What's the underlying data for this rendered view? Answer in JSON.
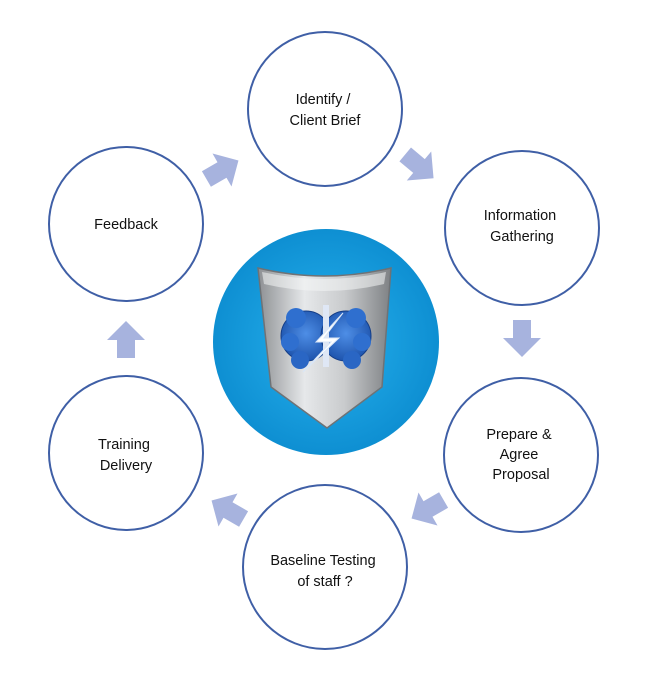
{
  "colors": {
    "circle_stroke": "#3f5fa6",
    "circle_fill": "#ffffff",
    "arrow": "#a7b3de",
    "center_bg": "#1e9fdc",
    "shield": "#b9bcbf",
    "brain": "#1f5fbf"
  },
  "center": {
    "icon": "shield-brain-icon"
  },
  "steps": [
    {
      "lines": [
        "Identify /",
        "Client Brief"
      ]
    },
    {
      "lines": [
        "Information",
        "Gathering"
      ]
    },
    {
      "lines": [
        "Prepare &",
        "Agree",
        "Proposal"
      ]
    },
    {
      "lines": [
        "Baseline Testing",
        "of staff ?"
      ]
    },
    {
      "lines": [
        "Training",
        "Delivery"
      ]
    },
    {
      "lines": [
        "Feedback"
      ]
    }
  ]
}
